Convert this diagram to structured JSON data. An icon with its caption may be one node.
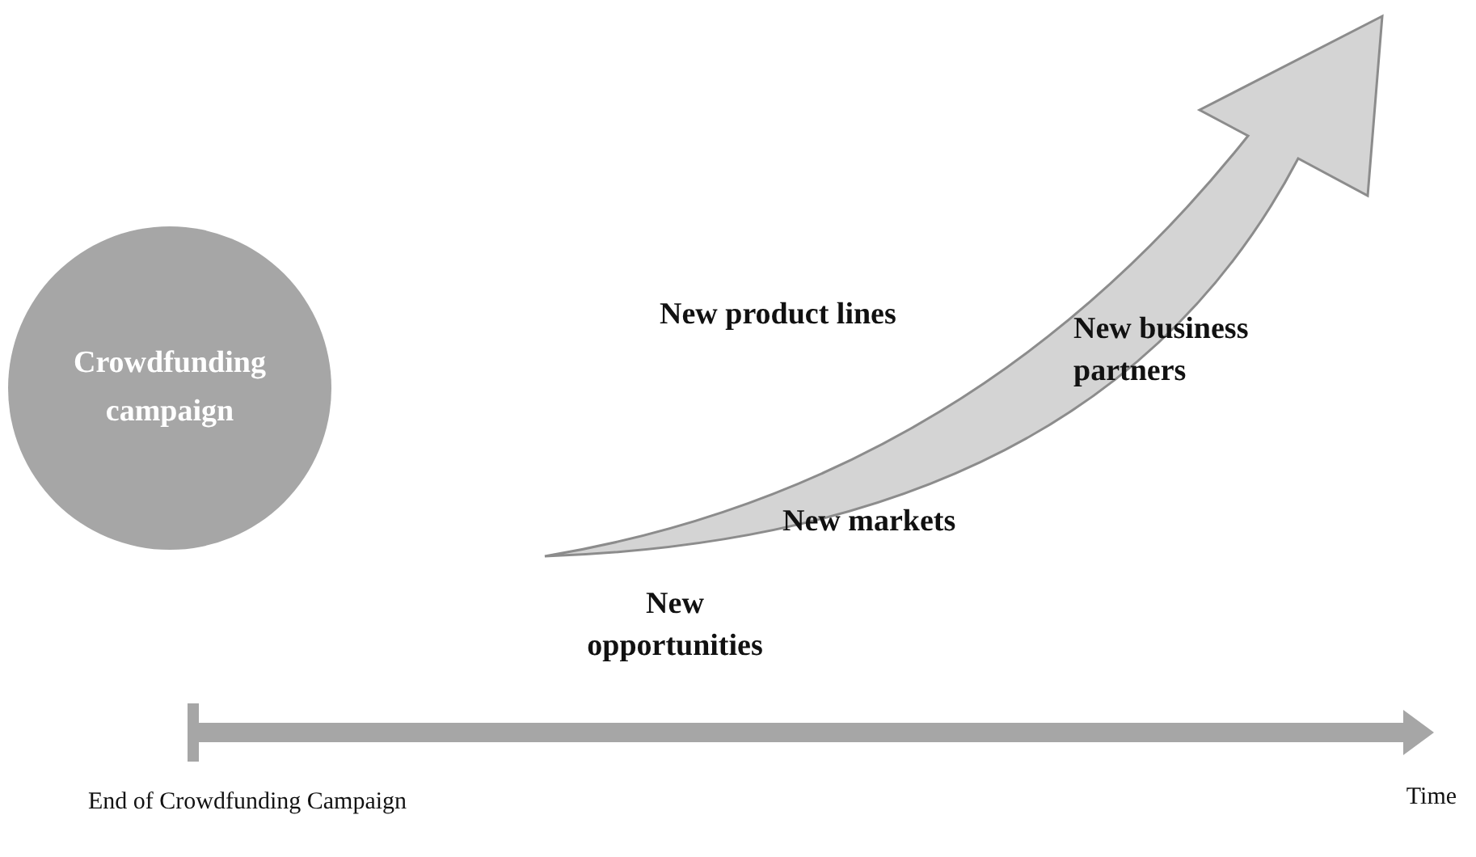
{
  "diagram": {
    "nodes": [
      {
        "text": [
          "Crowdfunding campaign"
        ]
      }
    ],
    "labels": [
      "New product lines",
      "New business partners",
      "New markets",
      "New opportunities",
      "End of Crowdfunding Campaign",
      "Time"
    ]
  }
}
